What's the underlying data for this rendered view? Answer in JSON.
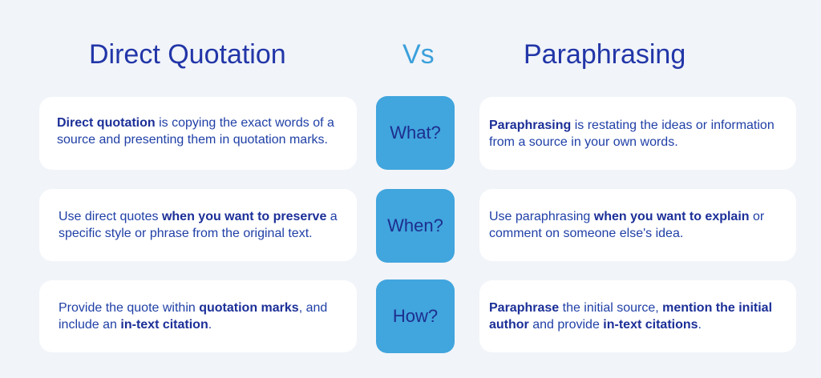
{
  "headings": {
    "left": "Direct Quotation",
    "vs": "Vs",
    "right": "Paraphrasing"
  },
  "rows": [
    {
      "question": "What?",
      "left": [
        {
          "text": "Direct quotation",
          "bold": true
        },
        {
          "text": " is copying the exact words of a source and presenting them in quotation marks.",
          "bold": false
        }
      ],
      "right": [
        {
          "text": "Paraphrasing",
          "bold": true
        },
        {
          "text": " is restating the ideas or information from a source in your own words.",
          "bold": false
        }
      ]
    },
    {
      "question": "When?",
      "left": [
        {
          "text": "Use direct quotes ",
          "bold": false
        },
        {
          "text": "when you want to preserve",
          "bold": true
        },
        {
          "text": " a specific style or phrase from the original text.",
          "bold": false
        }
      ],
      "right": [
        {
          "text": "Use paraphrasing ",
          "bold": false
        },
        {
          "text": "when you want to explain",
          "bold": true
        },
        {
          "text": " or comment on someone else's idea.",
          "bold": false
        }
      ]
    },
    {
      "question": "How?",
      "left": [
        {
          "text": "Provide the quote within ",
          "bold": false
        },
        {
          "text": "quotation marks",
          "bold": true
        },
        {
          "text": ", and include an ",
          "bold": false
        },
        {
          "text": "in-text citation",
          "bold": true
        },
        {
          "text": ".",
          "bold": false
        }
      ],
      "right": [
        {
          "text": "Paraphrase",
          "bold": true
        },
        {
          "text": " the initial source, ",
          "bold": false
        },
        {
          "text": "mention the initial author",
          "bold": true
        },
        {
          "text": " and provide ",
          "bold": false
        },
        {
          "text": "in-text citations",
          "bold": true
        },
        {
          "text": ".",
          "bold": false
        }
      ]
    }
  ],
  "colors": {
    "background": "#f1f4f8",
    "heading": "#2236a8",
    "vs": "#3aa0dc",
    "pill": "#41a5de",
    "text": "#1f3fa6"
  }
}
